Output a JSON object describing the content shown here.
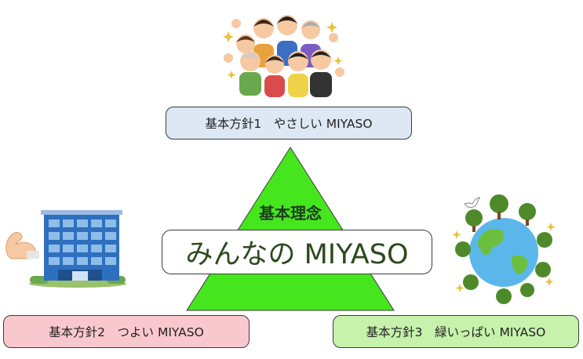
{
  "philosophy": {
    "heading": "基本理念",
    "name": "みんなの MIYASO"
  },
  "policies": [
    {
      "label": "基本方針1　やさしい MIYASO"
    },
    {
      "label": "基本方針2　つよい MIYASO"
    },
    {
      "label": "基本方針3　緑いっぱい MIYASO"
    }
  ],
  "colors": {
    "policy1_bg": "#dde8f4",
    "policy2_bg": "#f9c8ce",
    "policy3_bg": "#c6f2ac",
    "triangle": "#46e61e"
  },
  "illustrations": [
    "crowd-illustration",
    "office-building-illustration",
    "flexed-arm-icon",
    "earth-trees-illustration",
    "dove-icon"
  ]
}
